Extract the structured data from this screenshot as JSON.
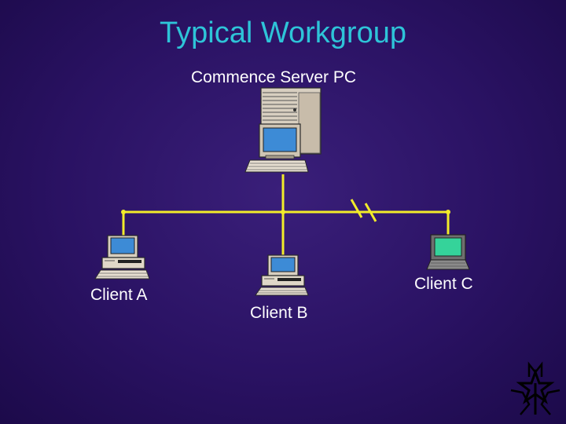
{
  "slide": {
    "title": "Typical Workgroup"
  },
  "nodes": {
    "server": {
      "label": "Commence Server PC",
      "icon": "tower-server-icon"
    },
    "client_a": {
      "label": "Client A",
      "icon": "desktop-computer-icon"
    },
    "client_b": {
      "label": "Client B",
      "icon": "desktop-computer-icon"
    },
    "client_c": {
      "label": "Client C",
      "icon": "laptop-computer-icon"
    }
  },
  "network": {
    "connector_icon": "broken-link-icon"
  },
  "logo": {
    "icon": "m-star-logo-icon"
  },
  "colors": {
    "background": "#2a1263",
    "title": "#2ec4d8",
    "text": "#ffffff",
    "network_line": "#f2ec2a"
  }
}
